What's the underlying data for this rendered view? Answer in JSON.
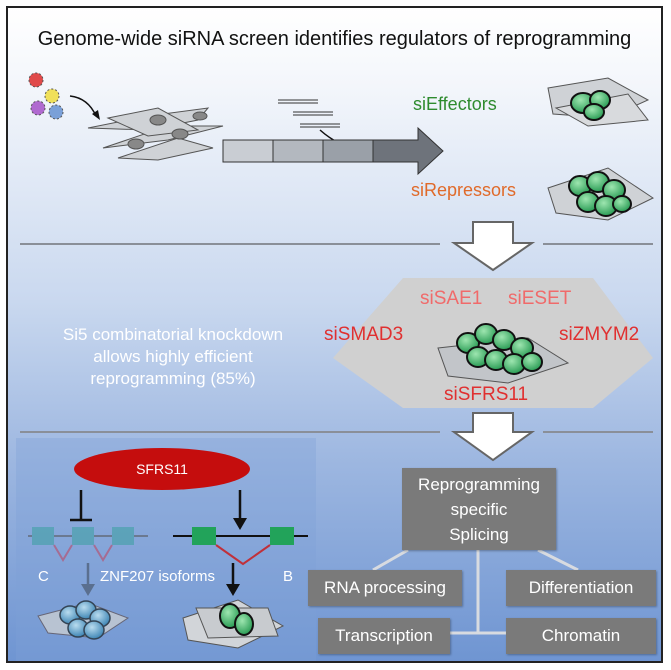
{
  "title": "Genome-wide siRNA screen identifies regulators of reprogramming",
  "screen": {
    "effectors": "siEffectors",
    "repressors": "siRepressors"
  },
  "si5": {
    "description_line1": "Si5 combinatorial knockdown",
    "description_line2": "allows highly efficient",
    "description_line3": "reprogramming (85%)",
    "targets": {
      "sae1": "siSAE1",
      "eset": "siESET",
      "smad3": "siSMAD3",
      "zmym2": "siZMYM2",
      "sfrs11": "siSFRS11"
    }
  },
  "splicing": {
    "regulator": "SFRS11",
    "isoforms_label": "ZNF207 isoforms",
    "isoform_c": "C",
    "isoform_b": "B",
    "center_box_line1": "Reprogramming",
    "center_box_line2": "specific",
    "center_box_line3": "Splicing",
    "categories": {
      "rna_processing": "RNA processing",
      "differentiation": "Differentiation",
      "transcription": "Transcription",
      "chromatin": "Chromatin"
    }
  },
  "colors": {
    "ellipse_red": "#c50d0d",
    "cell_green": "#2fb36a",
    "exon_green": "#22a35a",
    "box_gray": "#7a7a7a"
  }
}
